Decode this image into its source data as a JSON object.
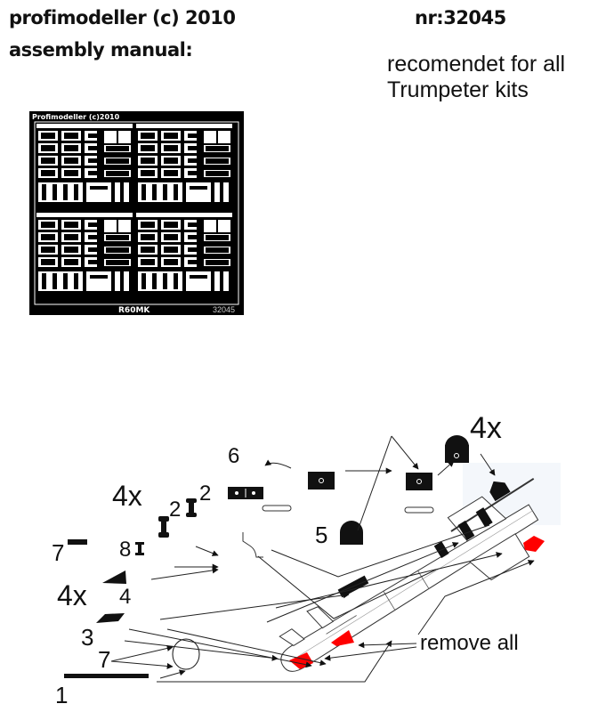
{
  "header": {
    "brand": "profimodeller (c) 2010",
    "subtitle": "assembly manual:",
    "product_number": "nr:32045",
    "note_line1": "recomendet for all",
    "note_line2": "Trumpeter kits"
  },
  "pe_sheet": {
    "top_label": "Profimodeller (c)2010",
    "name": "R60MK",
    "number": "32045"
  },
  "diagram": {
    "labels": {
      "part6": "6",
      "qty_4x_a": "4x",
      "part2a": "2",
      "part2b": "2",
      "part8": "8",
      "part7a": "7",
      "qty_4x_b": "4x",
      "part4": "4",
      "part3": "3",
      "part7b": "7",
      "part1": "1",
      "part5": "5",
      "qty_4x_c": "4x",
      "remove_all": "remove all"
    },
    "colors": {
      "highlight": "#ff0000",
      "ink": "#111111"
    }
  }
}
